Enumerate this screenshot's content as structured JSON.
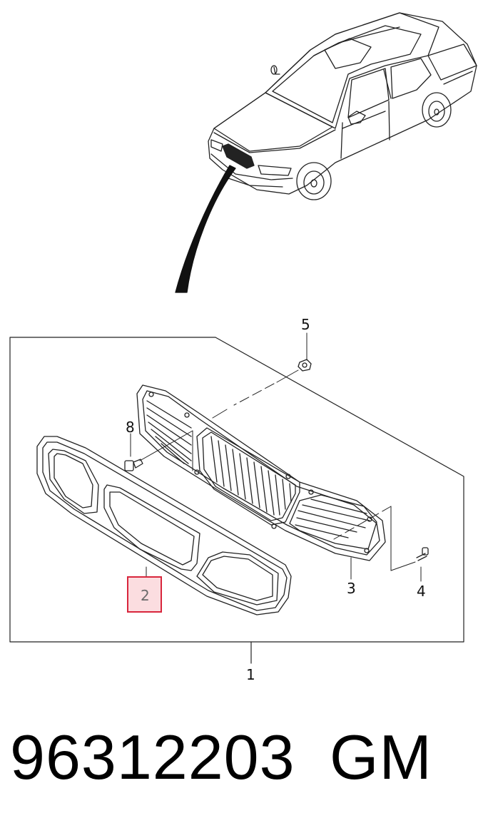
{
  "diagram": {
    "callouts": [
      {
        "id": "1",
        "label": "1"
      },
      {
        "id": "2",
        "label": "2",
        "highlighted": true
      },
      {
        "id": "3",
        "label": "3"
      },
      {
        "id": "4",
        "label": "4"
      },
      {
        "id": "5",
        "label": "5"
      },
      {
        "id": "8",
        "label": "8"
      }
    ],
    "highlight_color": "#d8263c",
    "highlight_fill": "#fbdde0"
  },
  "footer": {
    "part_number": "96312203",
    "brand": "GM"
  }
}
